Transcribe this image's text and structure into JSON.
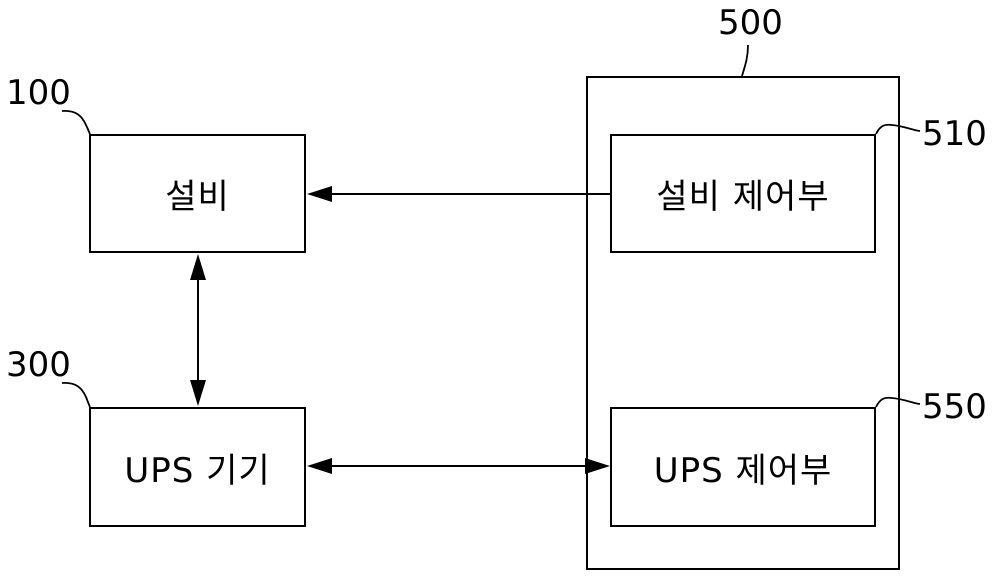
{
  "nodes": {
    "equipment": {
      "ref": "100",
      "label": "설비"
    },
    "ups_device": {
      "ref": "300",
      "label": "UPS 기기"
    },
    "controller": {
      "ref": "500"
    },
    "equipment_control": {
      "ref": "510",
      "label": "설비 제어부"
    },
    "ups_control": {
      "ref": "550",
      "label": "UPS 제어부"
    }
  }
}
